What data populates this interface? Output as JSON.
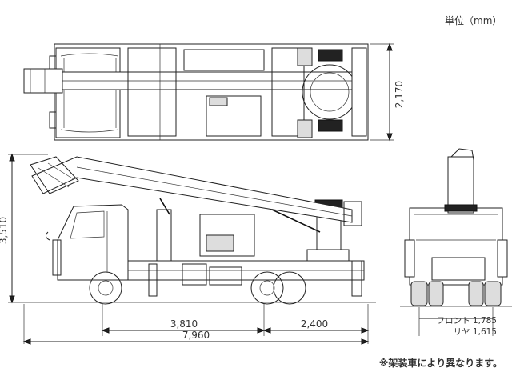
{
  "unit_label": "単位（mm）",
  "footnote": "※架装車により異なります。",
  "dimensions": {
    "width_top": "2,170",
    "height": "3,510",
    "wheelbase": "3,810",
    "rear_overhang": "2,400",
    "overall_length": "7,960",
    "front_tread": "フロント 1,785",
    "rear_tread": "リヤ 1,615"
  }
}
